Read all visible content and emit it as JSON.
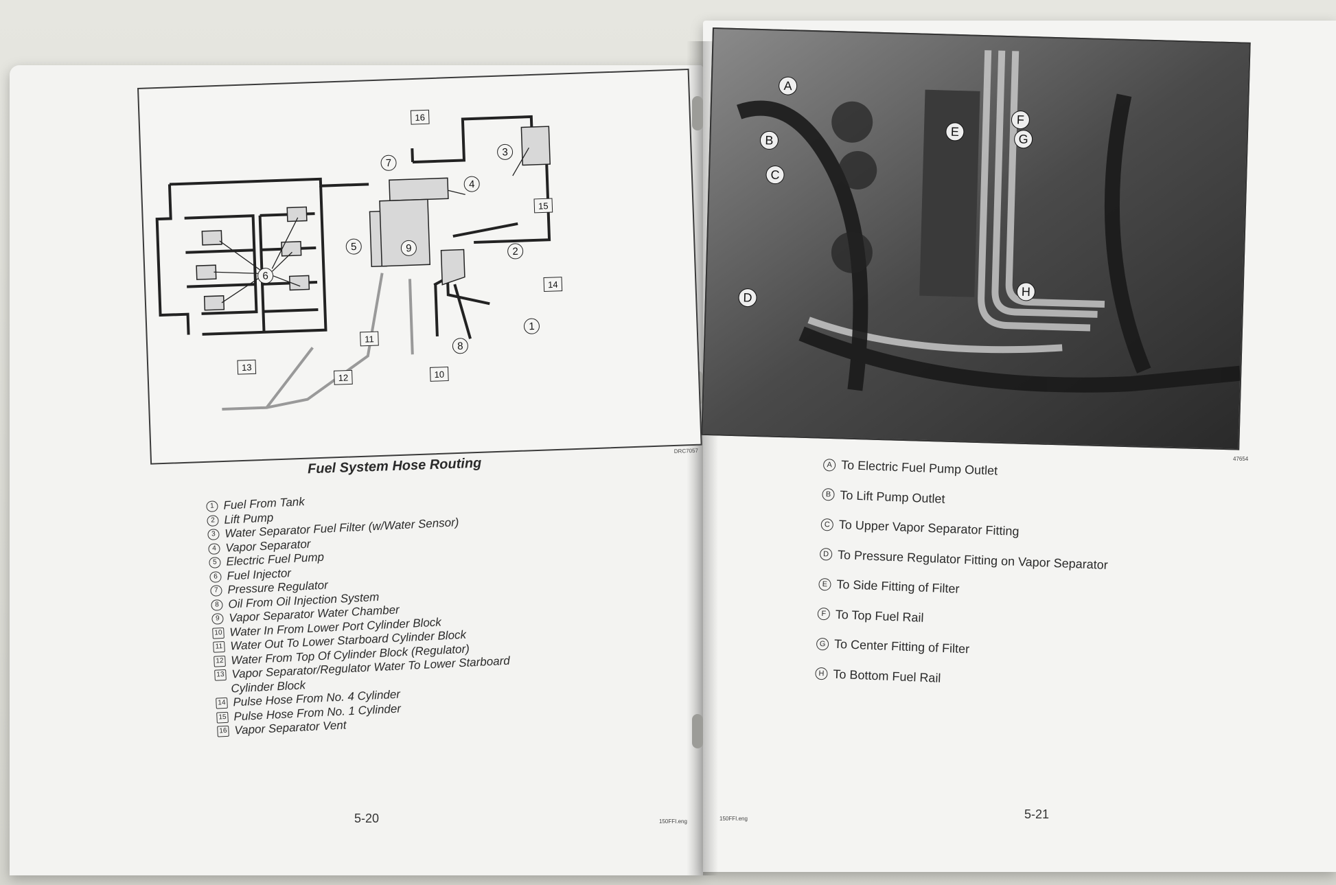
{
  "left_page": {
    "figure_title": "Fuel System Hose Routing",
    "diagram_code": "DRC7057",
    "callouts": [
      "1",
      "2",
      "3",
      "4",
      "5",
      "6",
      "7",
      "8",
      "9",
      "10",
      "11",
      "12",
      "13",
      "14",
      "15",
      "16"
    ],
    "legend": [
      {
        "num": "1",
        "text": "Fuel From Tank"
      },
      {
        "num": "2",
        "text": "Lift Pump"
      },
      {
        "num": "3",
        "text": "Water Separator Fuel Filter (w/Water Sensor)"
      },
      {
        "num": "4",
        "text": "Vapor Separator"
      },
      {
        "num": "5",
        "text": "Electric Fuel Pump"
      },
      {
        "num": "6",
        "text": "Fuel Injector"
      },
      {
        "num": "7",
        "text": "Pressure Regulator"
      },
      {
        "num": "8",
        "text": "Oil From Oil Injection System"
      },
      {
        "num": "9",
        "text": "Vapor Separator Water Chamber"
      },
      {
        "num": "10",
        "text": "Water In From Lower Port Cylinder Block"
      },
      {
        "num": "11",
        "text": "Water Out To Lower Starboard Cylinder Block"
      },
      {
        "num": "12",
        "text": "Water From Top Of Cylinder Block (Regulator)"
      },
      {
        "num": "13",
        "text": "Vapor Separator/Regulator Water To Lower Starboard",
        "cont": "Cylinder Block"
      },
      {
        "num": "14",
        "text": "Pulse Hose From No. 4 Cylinder"
      },
      {
        "num": "15",
        "text": "Pulse Hose From No. 1 Cylinder"
      },
      {
        "num": "16",
        "text": "Vapor Separator Vent"
      }
    ],
    "page_number": "5-20",
    "footer_tag": "150FFI.eng"
  },
  "right_page": {
    "photo_code": "47654",
    "photo_callouts": [
      "A",
      "B",
      "C",
      "D",
      "E",
      "F",
      "G",
      "H"
    ],
    "legend": [
      {
        "letter": "A",
        "text": "To Electric Fuel Pump Outlet"
      },
      {
        "letter": "B",
        "text": "To Lift Pump Outlet"
      },
      {
        "letter": "C",
        "text": "To Upper Vapor Separator Fitting"
      },
      {
        "letter": "D",
        "text": "To Pressure Regulator Fitting on Vapor Separator"
      },
      {
        "letter": "E",
        "text": "To Side Fitting of Filter"
      },
      {
        "letter": "F",
        "text": "To Top Fuel Rail"
      },
      {
        "letter": "G",
        "text": "To Center Fitting of Filter"
      },
      {
        "letter": "H",
        "text": "To Bottom Fuel Rail"
      }
    ],
    "page_number": "5-21",
    "footer_tag": "150FFI.eng"
  }
}
